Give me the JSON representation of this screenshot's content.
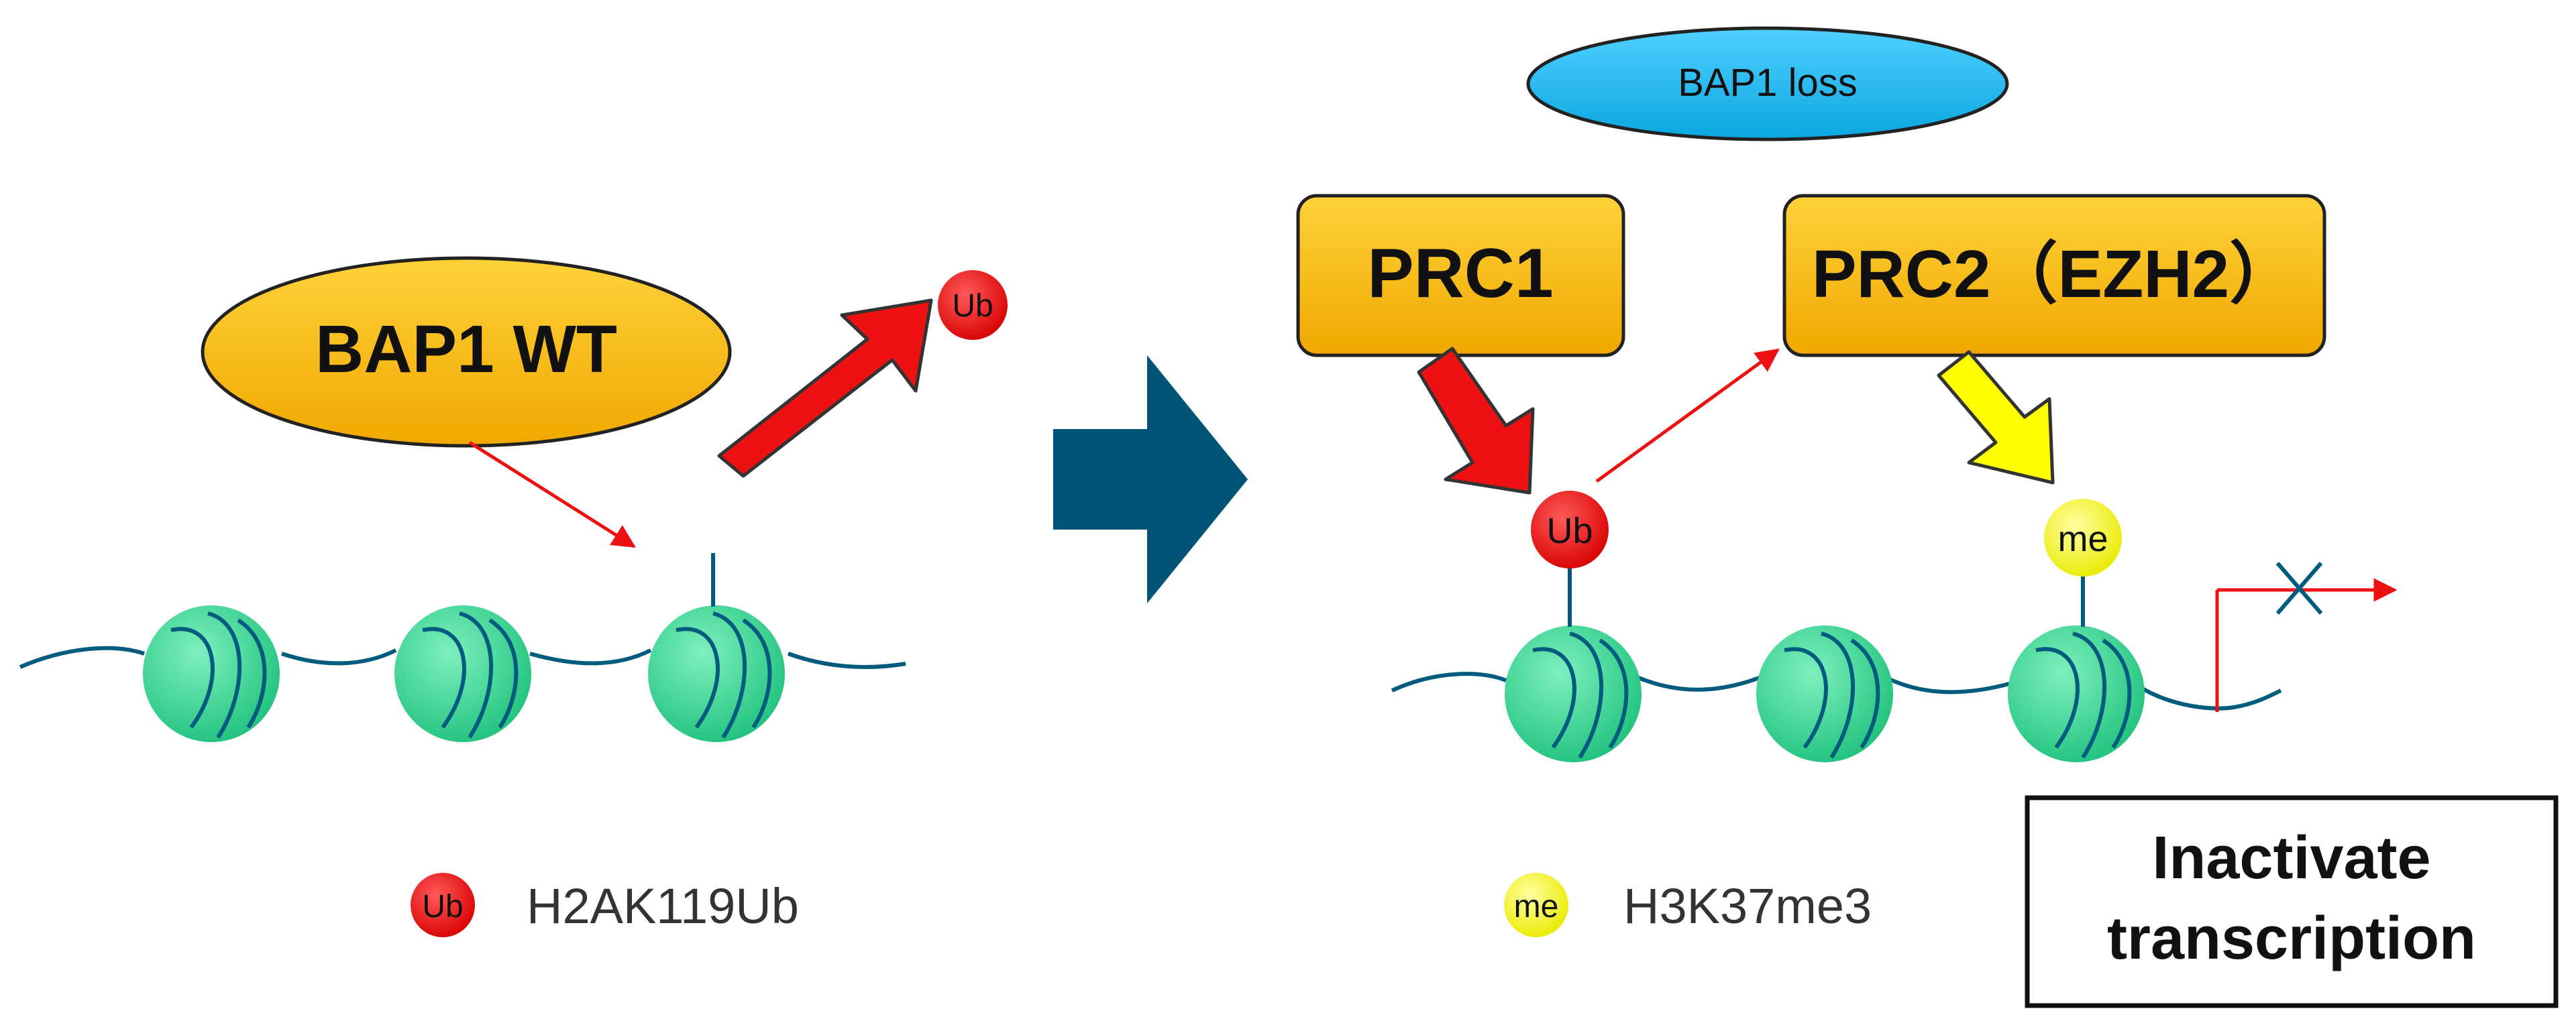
{
  "left_panel": {
    "bap1_wt_label": "BAP1 WT",
    "ub_label": "Ub"
  },
  "right_panel": {
    "bap1_loss_label": "BAP1 loss",
    "prc1_label": "PRC1",
    "prc2_label": "PRC2（EZH2）",
    "ub_label": "Ub",
    "me_label": "me",
    "inactivate_line1": "Inactivate",
    "inactivate_line2": "transcription"
  },
  "legend": {
    "ub_badge": "Ub",
    "ub_text": "H2AK119Ub",
    "me_badge": "me",
    "me_text": "H3K37me3"
  },
  "colors": {
    "dna": "#005b7f",
    "nucleosome": "#33d68f",
    "ub_red": "#e60000",
    "arrow_red": "#ee1111",
    "me_yellow": "#f2f200",
    "box_gold": "#f5b800",
    "ellipse_blue": "#14b4eb",
    "big_arrow": "#005577"
  }
}
